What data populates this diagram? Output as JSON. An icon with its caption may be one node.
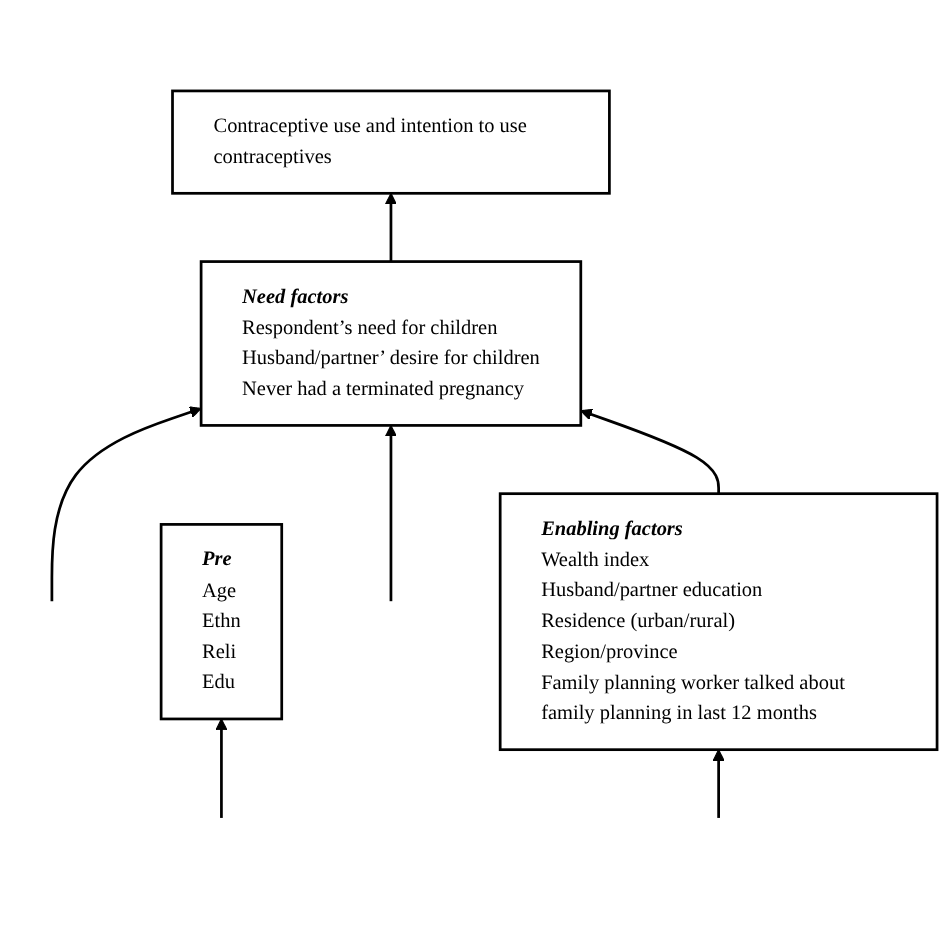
{
  "diagram": {
    "nodes": [
      {
        "text": [
          "Contraceptive use and intention to use contraceptives"
        ]
      },
      {
        "text": [
          "Need factors",
          "Respondent’s need for children",
          "Husband/partner’ desire for children",
          "Never had a terminated pregnancy"
        ]
      },
      {
        "text": [
          "Enabling factors",
          "Wealth index",
          "Husband/partner education",
          "Residence (urban/rural)",
          "Region/province",
          "Family planning worker talked about family planning in last 12 months"
        ]
      },
      {
        "text": [
          "Pre",
          "Age",
          "Ethn",
          "Reli",
          "Edu"
        ]
      }
    ],
    "edges": [
      {
        "from": 1,
        "to": 0,
        "arrow": "to"
      },
      {
        "from": null,
        "to": 1,
        "arrow": "to"
      },
      {
        "from": null,
        "to": 1,
        "arrow": "to"
      },
      {
        "from": 2,
        "to": 1,
        "arrow": "to"
      },
      {
        "from": null,
        "to": 2,
        "arrow": "to"
      },
      {
        "from": null,
        "to": 3,
        "arrow": "to"
      }
    ]
  }
}
